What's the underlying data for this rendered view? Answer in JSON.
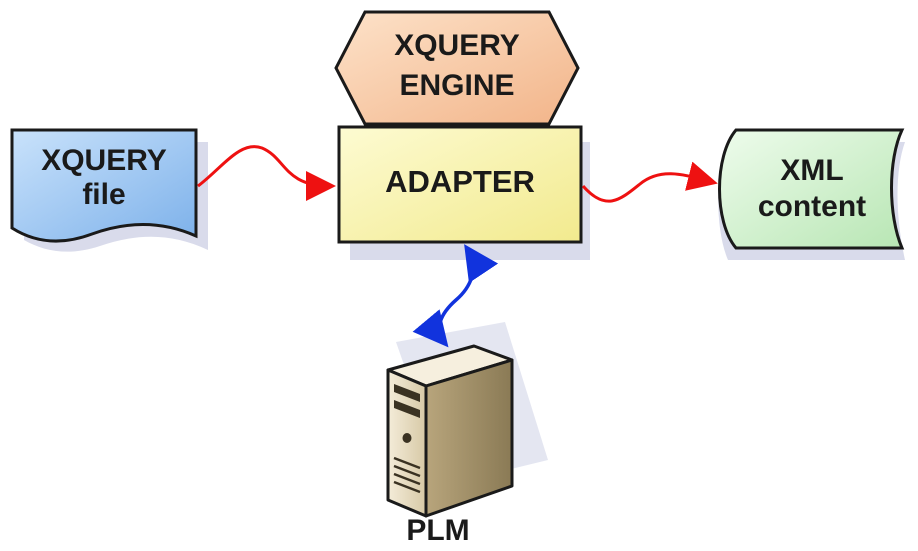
{
  "nodes": {
    "engine": {
      "line1": "XQUERY",
      "line2": "ENGINE"
    },
    "adapter": {
      "label": "ADAPTER"
    },
    "xquery": {
      "line1": "XQUERY",
      "line2": "file"
    },
    "xml": {
      "line1": "XML",
      "line2": "content"
    },
    "plm": {
      "label": "PLM"
    }
  },
  "colors": {
    "flow_arrow": "#ee1111",
    "plm_arrow": "#1133dd",
    "engine_fill": "#f7c9a2",
    "adapter_fill": "#f8f3a6",
    "xquery_fill": "#9cc6f1",
    "xml_fill": "#d4f1d2",
    "shadow": "#d7d9ea"
  }
}
